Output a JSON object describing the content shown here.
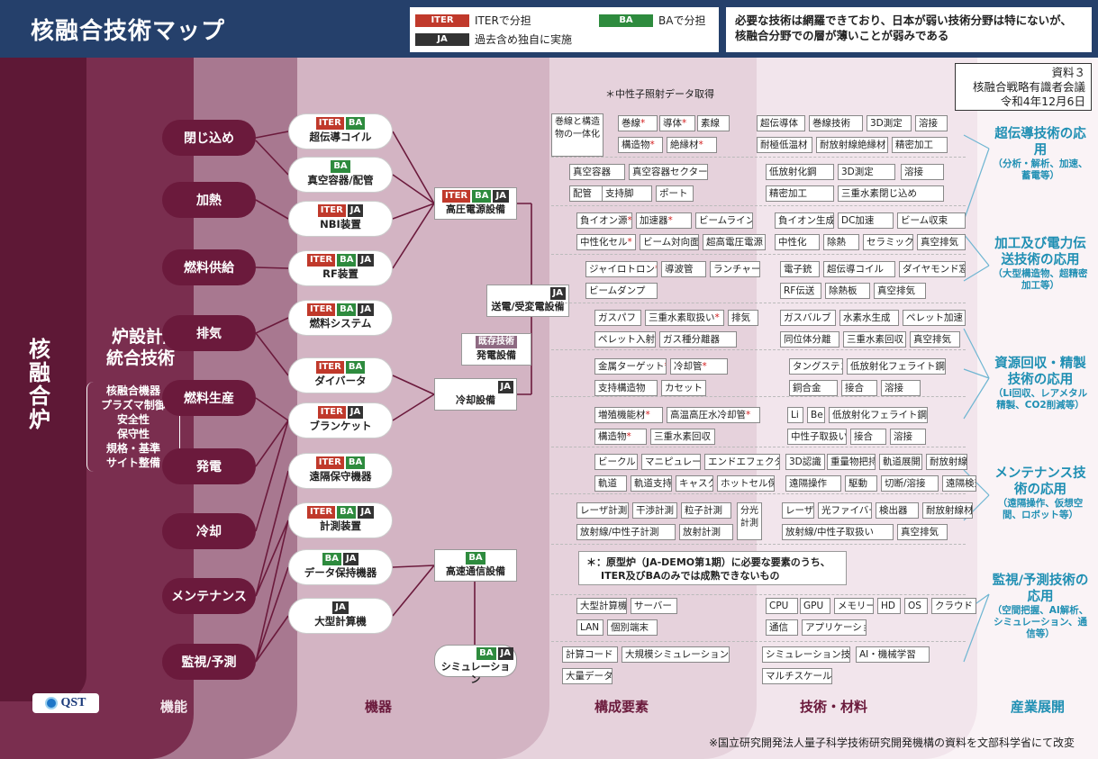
{
  "header": {
    "title": "核融合技術マップ",
    "legend": [
      {
        "tag": "ITER",
        "text": "ITERで分担"
      },
      {
        "tag": "BA",
        "text": "BAで分担"
      },
      {
        "tag": "JA",
        "text": "過去含め独自に実施"
      }
    ],
    "note_lines": [
      "必要な技術は網羅できており、日本が弱い技術分野は特にないが、",
      "核融合分野での層が薄いことが弱みである"
    ]
  },
  "colors": {
    "header": "#25406b",
    "iter": "#c0392b",
    "ba": "#2e8b3e",
    "ja": "#333333",
    "function_bubble": "#6b1a3c",
    "industry": "#1f8fb3",
    "accent_star": "#d21c1c"
  },
  "ref": {
    "line1": "資料３",
    "line2": "核融合戦略有識者会議",
    "line3": "令和4年12月6日"
  },
  "radiation_note": "＊中性子照射データ取得",
  "core": {
    "label": "核融合炉"
  },
  "design": {
    "title_line1": "炉設計/",
    "title_line2": "統合技術",
    "items": [
      "核融合機器",
      "プラズマ制御",
      "安全性",
      "保守性",
      "規格・基準",
      "サイト整備"
    ]
  },
  "functions": [
    "閉じ込め",
    "加熱",
    "燃料供給",
    "排気",
    "燃料生産",
    "発電",
    "冷却",
    "メンテナンス",
    "監視/予測"
  ],
  "devices": [
    {
      "name": "超伝導コイル",
      "tags": [
        "ITER",
        "BA"
      ]
    },
    {
      "name": "真空容器/配管",
      "tags": [
        "BA"
      ]
    },
    {
      "name": "NBI装置",
      "tags": [
        "ITER",
        "JA"
      ]
    },
    {
      "name": "RF装置",
      "tags": [
        "ITER",
        "BA",
        "JA"
      ]
    },
    {
      "name": "燃料システム",
      "tags": [
        "ITER",
        "BA",
        "JA"
      ]
    },
    {
      "name": "ダイバータ",
      "tags": [
        "ITER",
        "BA"
      ]
    },
    {
      "name": "ブランケット",
      "tags": [
        "ITER",
        "JA"
      ]
    },
    {
      "name": "遠隔保守機器",
      "tags": [
        "ITER",
        "BA"
      ]
    },
    {
      "name": "計測装置",
      "tags": [
        "ITER",
        "BA",
        "JA"
      ]
    },
    {
      "name": "データ保持機器",
      "tags": [
        "BA",
        "JA"
      ]
    },
    {
      "name": "大型計算機",
      "tags": [
        "JA"
      ]
    }
  ],
  "shared": [
    {
      "name": "高圧電源設備",
      "tags": [
        "ITER",
        "BA",
        "JA"
      ]
    },
    {
      "name": "送電/受変電設備",
      "tags": [
        "JA"
      ]
    },
    {
      "name": "発電設備",
      "tags": [
        "既存技術"
      ]
    },
    {
      "name": "冷却設備",
      "tags": [
        "JA"
      ]
    },
    {
      "name": "高速通信設備",
      "tags": [
        "BA"
      ]
    },
    {
      "name": "シミュレーション",
      "tags": [
        "BA",
        "JA"
      ]
    }
  ],
  "components": [
    {
      "text": "巻線と構造物の一体化",
      "star": false
    },
    {
      "text": "巻線",
      "star": true
    },
    {
      "text": "導体",
      "star": true
    },
    {
      "text": "素線",
      "star": false
    },
    {
      "text": "構造物",
      "star": true
    },
    {
      "text": "絶縁材",
      "star": true
    },
    {
      "text": "真空容器",
      "star": false
    },
    {
      "text": "真空容器セクター",
      "star": false
    },
    {
      "text": "配管",
      "star": false
    },
    {
      "text": "支持脚",
      "star": false
    },
    {
      "text": "ポート",
      "star": false
    },
    {
      "text": "負イオン源",
      "star": true
    },
    {
      "text": "加速器",
      "star": true
    },
    {
      "text": "ビームライン",
      "star": false
    },
    {
      "text": "中性化セル",
      "star": true
    },
    {
      "text": "ビーム対向面",
      "star": false
    },
    {
      "text": "超高電圧電源",
      "star": false
    },
    {
      "text": "ジャイロトロン",
      "star": true
    },
    {
      "text": "導波管",
      "star": false
    },
    {
      "text": "ランチャー",
      "star": false
    },
    {
      "text": "ビームダンプ",
      "star": false
    },
    {
      "text": "ガスパフ",
      "star": false
    },
    {
      "text": "三重水素取扱い",
      "star": true
    },
    {
      "text": "排気",
      "star": false
    },
    {
      "text": "ペレット入射",
      "star": false
    },
    {
      "text": "ガス種分離器",
      "star": false
    },
    {
      "text": "金属ターゲット",
      "star": true
    },
    {
      "text": "冷却管",
      "star": true
    },
    {
      "text": "支持構造物",
      "star": false
    },
    {
      "text": "カセット",
      "star": false
    },
    {
      "text": "増殖機能材",
      "star": true
    },
    {
      "text": "高温高圧水冷却管",
      "star": true
    },
    {
      "text": "構造物",
      "star": true
    },
    {
      "text": "三重水素回収",
      "star": false
    },
    {
      "text": "ビークル",
      "star": false
    },
    {
      "text": "マニピュレータ",
      "star": false
    },
    {
      "text": "エンドエフェクター",
      "star": false
    },
    {
      "text": "軌道",
      "star": false
    },
    {
      "text": "軌道支持",
      "star": false
    },
    {
      "text": "キャスク",
      "star": false
    },
    {
      "text": "ホットセル保守",
      "star": true
    },
    {
      "text": "レーザ計測",
      "star": false
    },
    {
      "text": "干渉計測",
      "star": false
    },
    {
      "text": "粒子計測",
      "star": false
    },
    {
      "text": "分光計測",
      "star": false
    },
    {
      "text": "放射線/中性子計測",
      "star": false
    },
    {
      "text": "放射計測",
      "star": false
    },
    {
      "text": "大型計算機",
      "star": false
    },
    {
      "text": "サーバー",
      "star": false
    },
    {
      "text": "LAN",
      "star": false
    },
    {
      "text": "個別端末",
      "star": false
    },
    {
      "text": "計算コード",
      "star": false
    },
    {
      "text": "大規模シミュレーション",
      "star": false
    },
    {
      "text": "大量データ",
      "star": false
    }
  ],
  "special_note": {
    "line1": "＊：原型炉（JA-DEMO第1期）に必要な要素のうち、",
    "line2": "ITER及びBAのみでは成熟できないもの"
  },
  "technologies": [
    "超伝導体",
    "巻線技術",
    "3D測定",
    "溶接",
    "耐極低温材",
    "耐放射線絶縁材",
    "精密加工",
    "低放射化鋼",
    "3D測定",
    "溶接",
    "精密加工",
    "三重水素閉じ込め",
    "負イオン生成",
    "DC加速",
    "ビーム収束",
    "中性化",
    "除熱",
    "セラミック",
    "真空排気",
    "電子銃",
    "超伝導コイル",
    "ダイヤモンド窓",
    "RF伝送",
    "除熱板",
    "真空排気",
    "ガスバルブ",
    "水素水生成",
    "ペレット加速",
    "同位体分離",
    "三重水素回収",
    "真空排気",
    "タングステン",
    "低放射化フェライト鋼",
    "銅合金",
    "接合",
    "溶接",
    "Li",
    "Be",
    "低放射化フェライト鋼",
    "中性子取扱い",
    "接合",
    "溶接",
    "3D認識",
    "重量物把持",
    "軌道展開",
    "耐放射線材",
    "遠隔操作",
    "駆動",
    "切断/溶接",
    "遠隔検査",
    "レーザ",
    "光ファイバー",
    "検出器",
    "耐放射線材",
    "放射線/中性子取扱い",
    "真空排気",
    "CPU",
    "GPU",
    "メモリー",
    "HD",
    "OS",
    "クラウド",
    "通信",
    "アプリケーション",
    "シミュレーション技術",
    "AI・機械学習",
    "マルチスケール"
  ],
  "industry": [
    {
      "title": "超伝導技術の応用",
      "sub": "（分析・解析、加速、蓄電等）"
    },
    {
      "title": "加工及び電力伝送技術の応用",
      "sub": "（大型構造物、超精密加工等）"
    },
    {
      "title": "資源回収・精製技術の応用",
      "sub": "（Li回収、レアメタル精製、CO2削減等）"
    },
    {
      "title": "メンテナンス技術の応用",
      "sub": "（遠隔操作、仮想空間、ロボット等）"
    },
    {
      "title": "監視/予測技術の応用",
      "sub": "（空間把握、AI解析、シミュレーション、通信等）"
    }
  ],
  "axis": [
    "機能",
    "機器",
    "構成要素",
    "技術・材料",
    "産業展開"
  ],
  "logo_text": "QST",
  "footer": "※国立研究開発法人量子科学技術研究開発機構の資料を文部科学省にて改変"
}
